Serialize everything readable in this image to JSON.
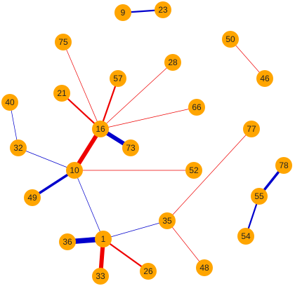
{
  "colors": {
    "node_fill": "#FFA500",
    "edge_blue": "#0000CC",
    "edge_red": "#EE0000",
    "background": "#FFFFFF"
  },
  "nodes": [
    {
      "id": "n1",
      "label": "1"
    },
    {
      "id": "n9",
      "label": "9"
    },
    {
      "id": "n10",
      "label": "10"
    },
    {
      "id": "n16",
      "label": "16"
    },
    {
      "id": "n21",
      "label": "21"
    },
    {
      "id": "n23",
      "label": "23"
    },
    {
      "id": "n26",
      "label": "26"
    },
    {
      "id": "n28",
      "label": "28"
    },
    {
      "id": "n32",
      "label": "32"
    },
    {
      "id": "n33",
      "label": "33"
    },
    {
      "id": "n35",
      "label": "35"
    },
    {
      "id": "n36",
      "label": "36"
    },
    {
      "id": "n40",
      "label": "40"
    },
    {
      "id": "n46",
      "label": "46"
    },
    {
      "id": "n48",
      "label": "48"
    },
    {
      "id": "n49",
      "label": "49"
    },
    {
      "id": "n50",
      "label": "50"
    },
    {
      "id": "n52",
      "label": "52"
    },
    {
      "id": "n54",
      "label": "54"
    },
    {
      "id": "n55",
      "label": "55"
    },
    {
      "id": "n57",
      "label": "57"
    },
    {
      "id": "n66",
      "label": "66"
    },
    {
      "id": "n73",
      "label": "73"
    },
    {
      "id": "n75",
      "label": "75"
    },
    {
      "id": "n77",
      "label": "77"
    },
    {
      "id": "n78",
      "label": "78"
    }
  ],
  "edges": [
    {
      "source": "n9",
      "target": "n23",
      "color": "blue",
      "weight": 2
    },
    {
      "source": "n50",
      "target": "n46",
      "color": "red",
      "weight": 1
    },
    {
      "source": "n75",
      "target": "n16",
      "color": "red",
      "weight": 1
    },
    {
      "source": "n57",
      "target": "n16",
      "color": "red",
      "weight": 2
    },
    {
      "source": "n28",
      "target": "n16",
      "color": "red",
      "weight": 1
    },
    {
      "source": "n21",
      "target": "n16",
      "color": "red",
      "weight": 2
    },
    {
      "source": "n66",
      "target": "n16",
      "color": "red",
      "weight": 1
    },
    {
      "source": "n16",
      "target": "n73",
      "color": "blue",
      "weight": 5
    },
    {
      "source": "n16",
      "target": "n10",
      "color": "red",
      "weight": 5
    },
    {
      "source": "n40",
      "target": "n32",
      "color": "blue",
      "weight": 1
    },
    {
      "source": "n32",
      "target": "n10",
      "color": "blue",
      "weight": 1
    },
    {
      "source": "n10",
      "target": "n52",
      "color": "red",
      "weight": 1
    },
    {
      "source": "n10",
      "target": "n49",
      "color": "blue",
      "weight": 3
    },
    {
      "source": "n10",
      "target": "n1",
      "color": "blue",
      "weight": 1
    },
    {
      "source": "n77",
      "target": "n35",
      "color": "red",
      "weight": 1
    },
    {
      "source": "n35",
      "target": "n1",
      "color": "blue",
      "weight": 1
    },
    {
      "source": "n35",
      "target": "n48",
      "color": "red",
      "weight": 1
    },
    {
      "source": "n36",
      "target": "n1",
      "color": "blue",
      "weight": 6
    },
    {
      "source": "n1",
      "target": "n33",
      "color": "red",
      "weight": 5
    },
    {
      "source": "n1",
      "target": "n26",
      "color": "red",
      "weight": 2
    },
    {
      "source": "n78",
      "target": "n55",
      "color": "blue",
      "weight": 3
    },
    {
      "source": "n55",
      "target": "n54",
      "color": "blue",
      "weight": 2
    }
  ]
}
